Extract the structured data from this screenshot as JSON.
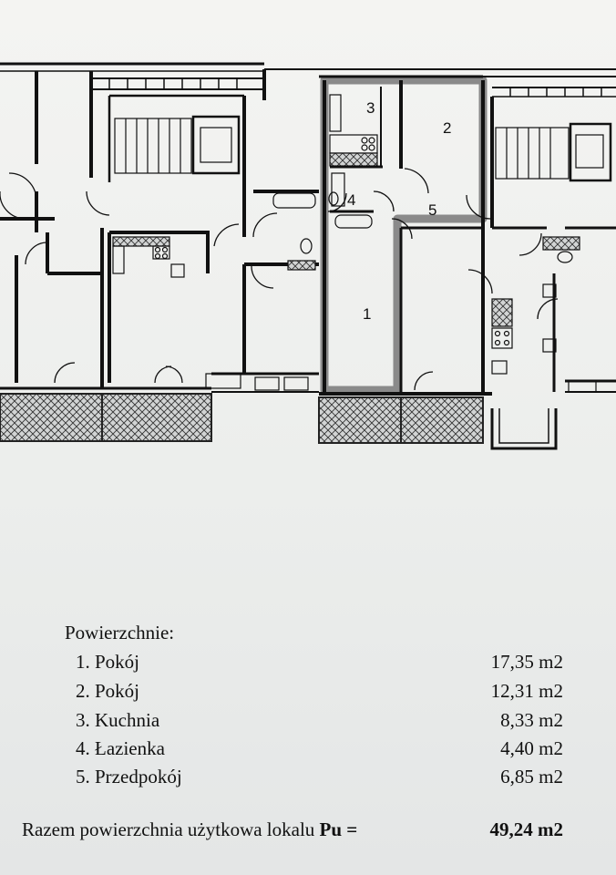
{
  "floor_plan": {
    "room_numbers": [
      "1",
      "2",
      "3",
      "4",
      "5"
    ]
  },
  "areas": {
    "heading": "Powierzchnie:",
    "rooms": [
      {
        "label": "1. Pokój",
        "area": "17,35 m2"
      },
      {
        "label": "2. Pokój",
        "area": "12,31 m2"
      },
      {
        "label": "3. Kuchnia",
        "area": "8,33 m2"
      },
      {
        "label": "4. Łazienka",
        "area": "4,40 m2"
      },
      {
        "label": "5. Przedpokój",
        "area": "6,85 m2"
      }
    ],
    "total_label": "Razem powierzchnia użytkowa lokalu",
    "total_symbol": "Pu =",
    "total_value": "49,24 m2"
  }
}
